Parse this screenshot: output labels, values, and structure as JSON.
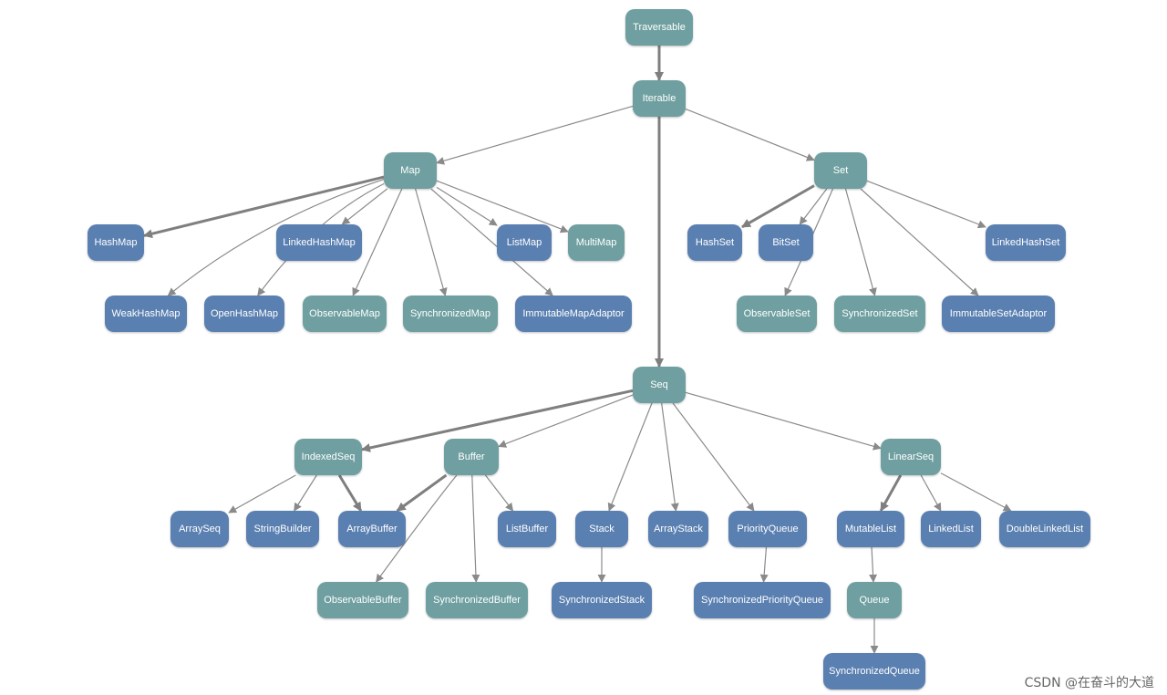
{
  "colors": {
    "teal": "#6f9fa0",
    "blue": "#5a7fb1",
    "edge": "#8a8a8a"
  },
  "nodes": [
    {
      "id": "traversable",
      "label": "Traversable",
      "color": "teal"
    },
    {
      "id": "iterable",
      "label": "Iterable",
      "color": "teal"
    },
    {
      "id": "map",
      "label": "Map",
      "color": "teal"
    },
    {
      "id": "set",
      "label": "Set",
      "color": "teal"
    },
    {
      "id": "seq",
      "label": "Seq",
      "color": "teal"
    },
    {
      "id": "hashmap",
      "label": "HashMap",
      "color": "blue"
    },
    {
      "id": "linkedhashmap",
      "label": "LinkedHashMap",
      "color": "blue"
    },
    {
      "id": "listmap",
      "label": "ListMap",
      "color": "blue"
    },
    {
      "id": "multimap",
      "label": "MultiMap",
      "color": "teal"
    },
    {
      "id": "weakhashmap",
      "label": "WeakHashMap",
      "color": "blue"
    },
    {
      "id": "openhashmap",
      "label": "OpenHashMap",
      "color": "blue"
    },
    {
      "id": "observablemap",
      "label": "ObservableMap",
      "color": "teal"
    },
    {
      "id": "synchronizedmap",
      "label": "SynchronizedMap",
      "color": "teal"
    },
    {
      "id": "immutablemapadaptor",
      "label": "ImmutableMapAdaptor",
      "color": "blue"
    },
    {
      "id": "hashset",
      "label": "HashSet",
      "color": "blue"
    },
    {
      "id": "bitset",
      "label": "BitSet",
      "color": "blue"
    },
    {
      "id": "linkedhashset",
      "label": "LinkedHashSet",
      "color": "blue"
    },
    {
      "id": "observableset",
      "label": "ObservableSet",
      "color": "teal"
    },
    {
      "id": "synchronizedset",
      "label": "SynchronizedSet",
      "color": "teal"
    },
    {
      "id": "immutablesetadaptor",
      "label": "ImmutableSetAdaptor",
      "color": "blue"
    },
    {
      "id": "indexedseq",
      "label": "IndexedSeq",
      "color": "teal"
    },
    {
      "id": "buffer",
      "label": "Buffer",
      "color": "teal"
    },
    {
      "id": "linearseq",
      "label": "LinearSeq",
      "color": "teal"
    },
    {
      "id": "arrayseq",
      "label": "ArraySeq",
      "color": "blue"
    },
    {
      "id": "stringbuilder",
      "label": "StringBuilder",
      "color": "blue"
    },
    {
      "id": "arraybuffer",
      "label": "ArrayBuffer",
      "color": "blue"
    },
    {
      "id": "listbuffer",
      "label": "ListBuffer",
      "color": "blue"
    },
    {
      "id": "stack",
      "label": "Stack",
      "color": "blue"
    },
    {
      "id": "arraystack",
      "label": "ArrayStack",
      "color": "blue"
    },
    {
      "id": "priorityqueue",
      "label": "PriorityQueue",
      "color": "blue"
    },
    {
      "id": "mutablelist",
      "label": "MutableList",
      "color": "blue"
    },
    {
      "id": "linkedlist",
      "label": "LinkedList",
      "color": "blue"
    },
    {
      "id": "doublelinkedlist",
      "label": "DoubleLinkedList",
      "color": "blue"
    },
    {
      "id": "observablebuffer",
      "label": "ObservableBuffer",
      "color": "teal"
    },
    {
      "id": "synchronizedbuffer",
      "label": "SynchronizedBuffer",
      "color": "teal"
    },
    {
      "id": "synchronizedstack",
      "label": "SynchronizedStack",
      "color": "blue"
    },
    {
      "id": "synchronizedpriorityqueue",
      "label": "SynchronizedPriorityQueue",
      "color": "blue"
    },
    {
      "id": "queue",
      "label": "Queue",
      "color": "teal"
    },
    {
      "id": "synchronizedqueue",
      "label": "SynchronizedQueue",
      "color": "blue"
    }
  ],
  "edges": [
    {
      "from": "traversable",
      "to": "iterable",
      "bold": true
    },
    {
      "from": "iterable",
      "to": "map",
      "bold": false
    },
    {
      "from": "iterable",
      "to": "set",
      "bold": false
    },
    {
      "from": "iterable",
      "to": "seq",
      "bold": true
    },
    {
      "from": "map",
      "to": "hashmap",
      "bold": true
    },
    {
      "from": "map",
      "to": "linkedhashmap",
      "bold": false
    },
    {
      "from": "map",
      "to": "listmap",
      "bold": false
    },
    {
      "from": "map",
      "to": "multimap",
      "bold": false
    },
    {
      "from": "map",
      "to": "weakhashmap",
      "bold": false
    },
    {
      "from": "map",
      "to": "openhashmap",
      "bold": false
    },
    {
      "from": "map",
      "to": "observablemap",
      "bold": false
    },
    {
      "from": "map",
      "to": "synchronizedmap",
      "bold": false
    },
    {
      "from": "map",
      "to": "immutablemapadaptor",
      "bold": false
    },
    {
      "from": "set",
      "to": "hashset",
      "bold": true
    },
    {
      "from": "set",
      "to": "bitset",
      "bold": false
    },
    {
      "from": "set",
      "to": "linkedhashset",
      "bold": false
    },
    {
      "from": "set",
      "to": "observableset",
      "bold": false
    },
    {
      "from": "set",
      "to": "synchronizedset",
      "bold": false
    },
    {
      "from": "set",
      "to": "immutablesetadaptor",
      "bold": false
    },
    {
      "from": "seq",
      "to": "indexedseq",
      "bold": true
    },
    {
      "from": "seq",
      "to": "buffer",
      "bold": false
    },
    {
      "from": "seq",
      "to": "linearseq",
      "bold": false
    },
    {
      "from": "seq",
      "to": "stack",
      "bold": false
    },
    {
      "from": "seq",
      "to": "arraystack",
      "bold": false
    },
    {
      "from": "seq",
      "to": "priorityqueue",
      "bold": false
    },
    {
      "from": "indexedseq",
      "to": "arrayseq",
      "bold": false
    },
    {
      "from": "indexedseq",
      "to": "stringbuilder",
      "bold": false
    },
    {
      "from": "indexedseq",
      "to": "arraybuffer",
      "bold": true
    },
    {
      "from": "buffer",
      "to": "arraybuffer",
      "bold": true
    },
    {
      "from": "buffer",
      "to": "listbuffer",
      "bold": false
    },
    {
      "from": "buffer",
      "to": "observablebuffer",
      "bold": false
    },
    {
      "from": "buffer",
      "to": "synchronizedbuffer",
      "bold": false
    },
    {
      "from": "stack",
      "to": "synchronizedstack",
      "bold": false
    },
    {
      "from": "priorityqueue",
      "to": "synchronizedpriorityqueue",
      "bold": false
    },
    {
      "from": "linearseq",
      "to": "mutablelist",
      "bold": true
    },
    {
      "from": "linearseq",
      "to": "linkedlist",
      "bold": false
    },
    {
      "from": "linearseq",
      "to": "doublelinkedlist",
      "bold": false
    },
    {
      "from": "mutablelist",
      "to": "queue",
      "bold": false
    },
    {
      "from": "queue",
      "to": "synchronizedqueue",
      "bold": false
    }
  ],
  "watermark": "CSDN @在奋斗的大道"
}
